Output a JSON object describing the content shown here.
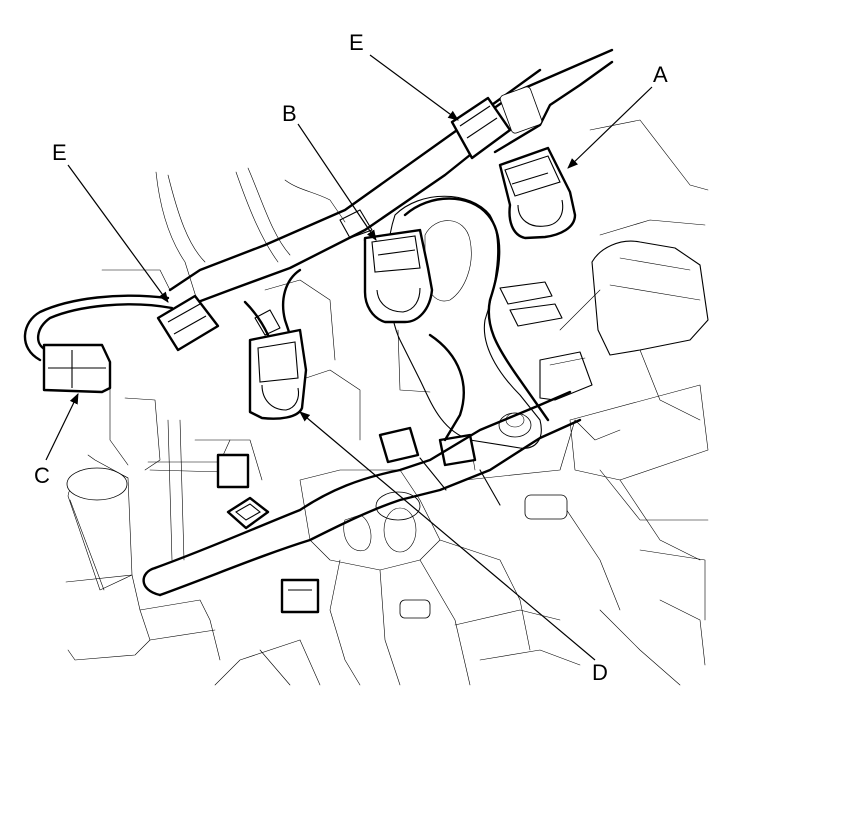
{
  "callouts": {
    "a": "A",
    "b": "B",
    "c": "C",
    "d": "D",
    "e_top": "E",
    "e_left": "E"
  },
  "colors": {
    "line": "#000000",
    "background": "#ffffff"
  }
}
